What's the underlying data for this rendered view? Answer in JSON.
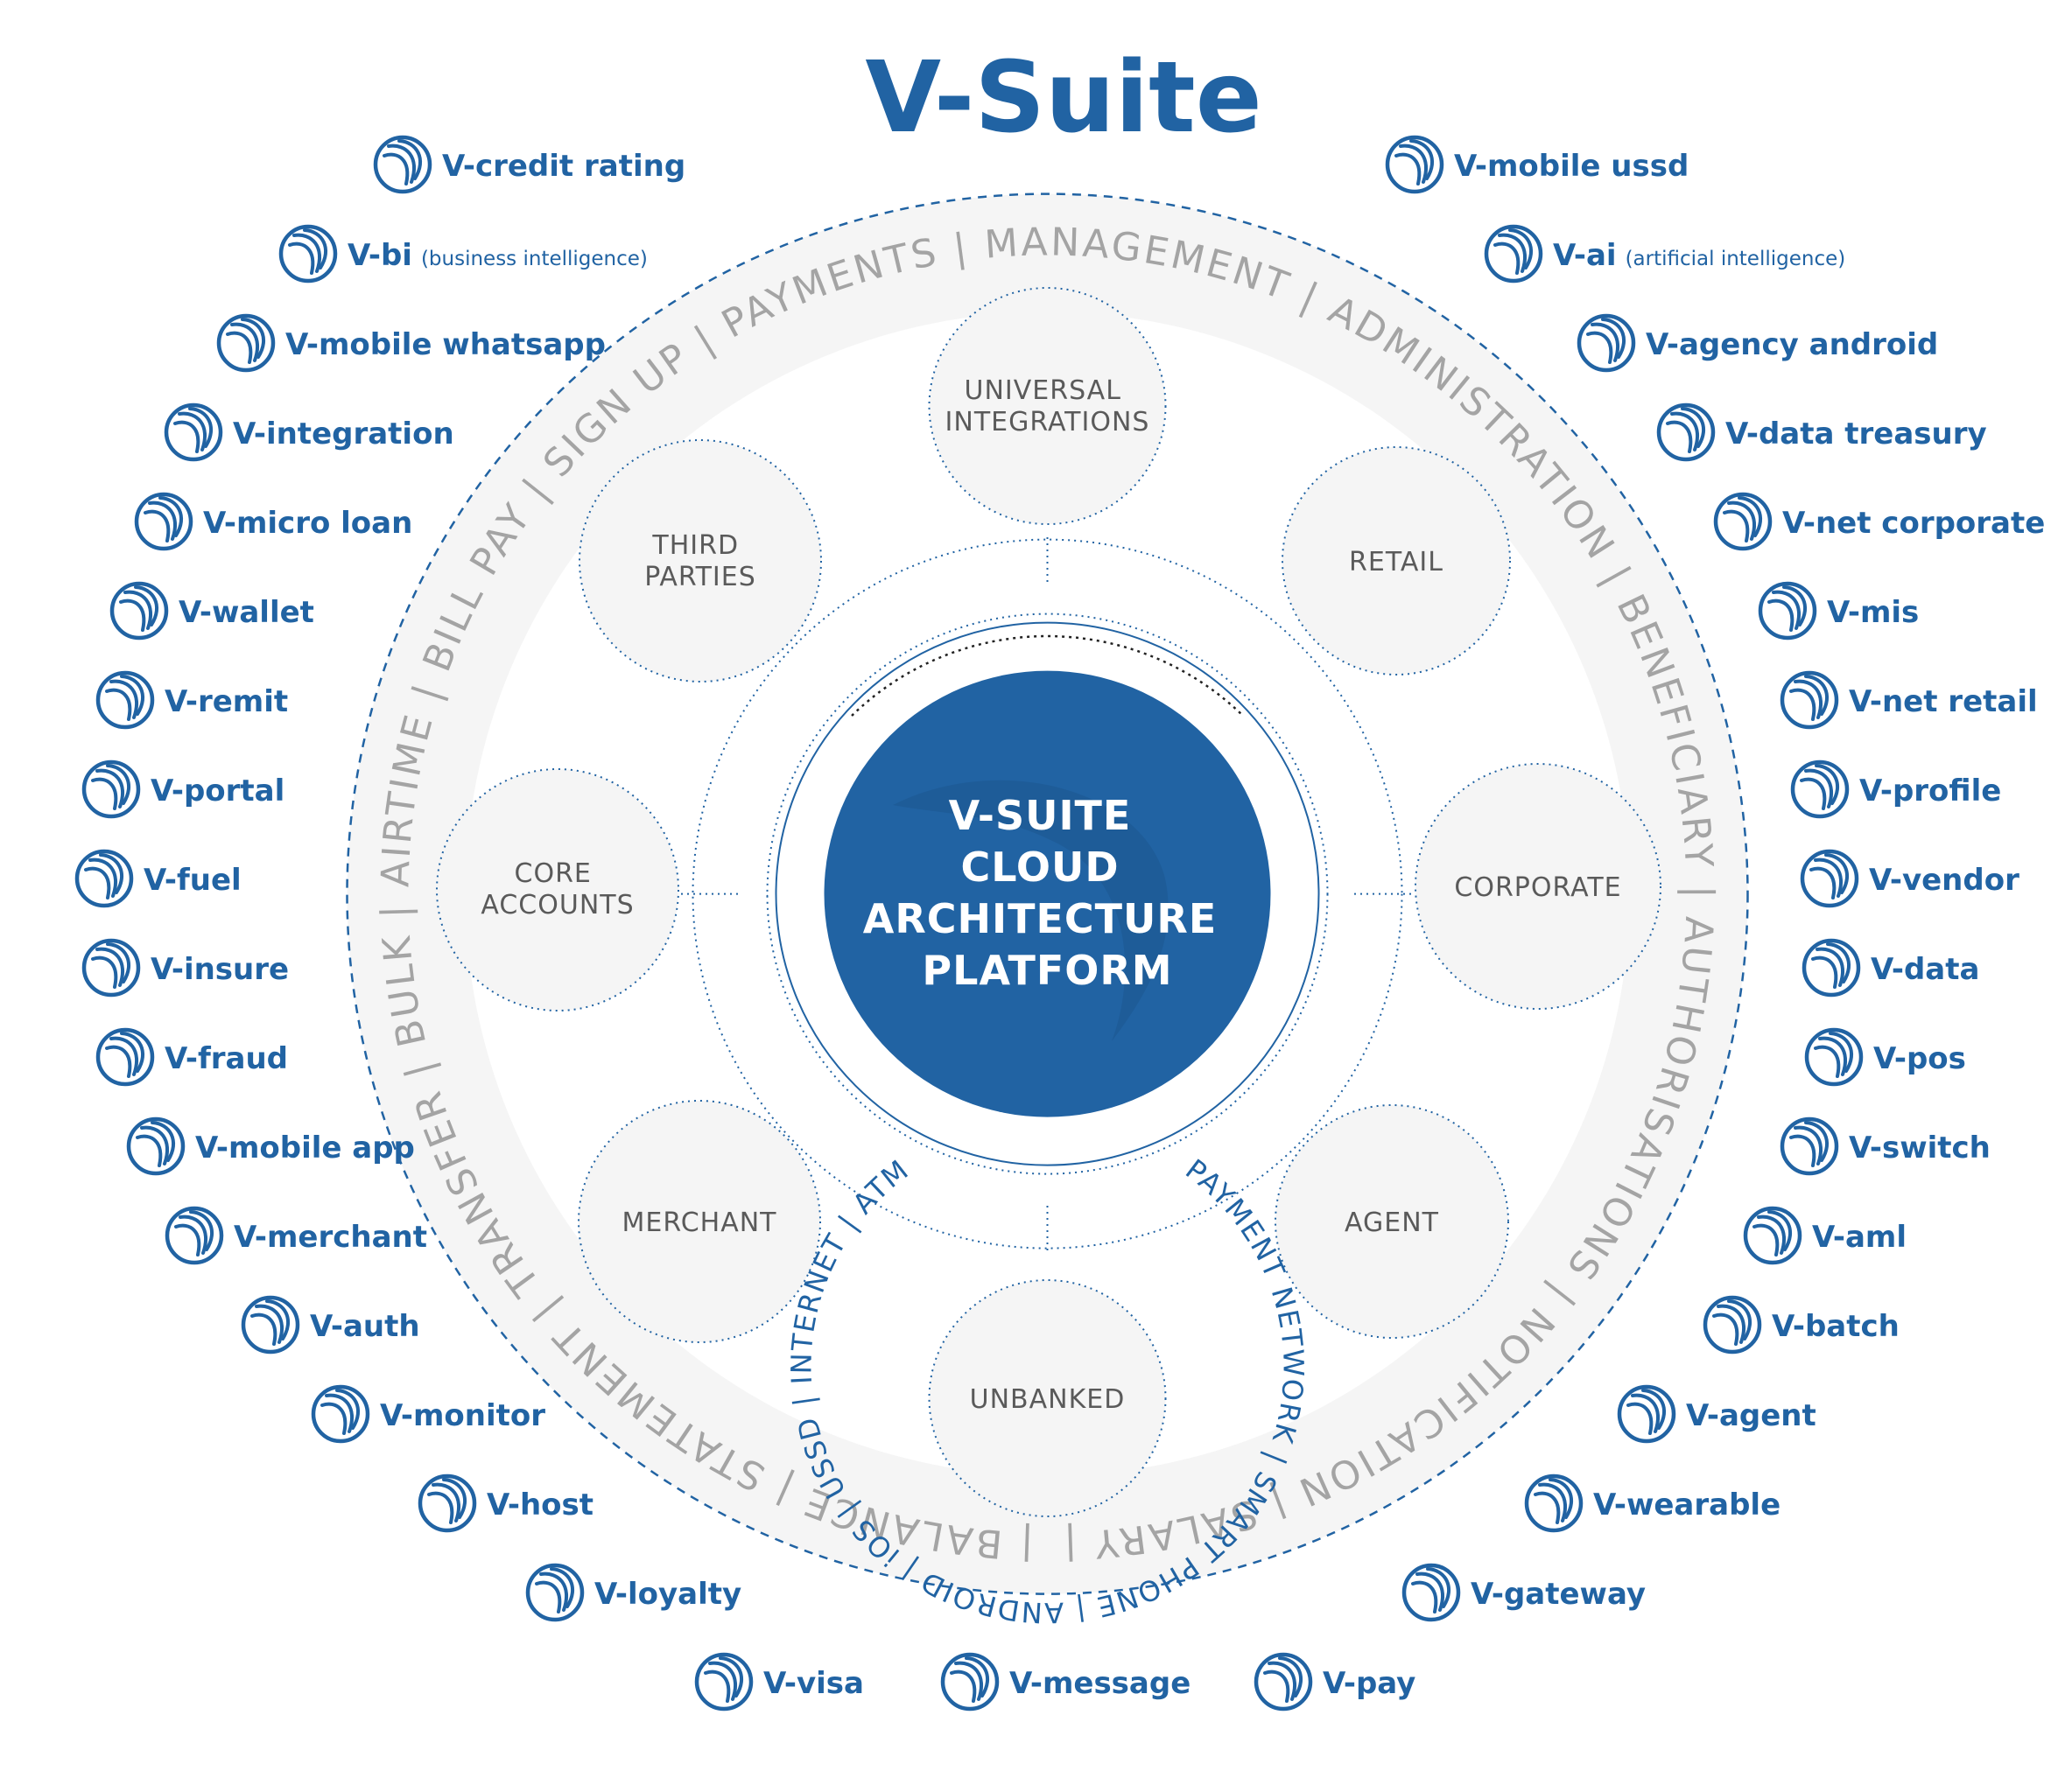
{
  "title": "V-Suite",
  "core": {
    "lines": [
      "V-SUITE",
      "CLOUD",
      "ARCHITECTURE",
      "PLATFORM"
    ]
  },
  "channels": "PAYMENT NETWORK | SMART PHONE | ANDROID | iOS | USSD | INTERNET | ATM",
  "outer_ring": {
    "text": "| BALANCE | STATEMENT | TRANSFER | BULK | AIRTIME | BILL PAY | SIGN UP | PAYMENTS | MANAGEMENT | ADMINISTRATION | BENEFICIARY | AUTHORISATIONS | NOTIFICATION | SALARY |"
  },
  "segments": [
    {
      "key": "universal",
      "lines": [
        "UNIVERSAL",
        "INTEGRATIONS"
      ]
    },
    {
      "key": "retail",
      "lines": [
        "RETAIL"
      ]
    },
    {
      "key": "corporate",
      "lines": [
        "CORPORATE"
      ]
    },
    {
      "key": "agent",
      "lines": [
        "AGENT"
      ]
    },
    {
      "key": "unbanked",
      "lines": [
        "UNBANKED"
      ]
    },
    {
      "key": "merchant",
      "lines": [
        "MERCHANT"
      ]
    },
    {
      "key": "core-accounts",
      "lines": [
        "CORE",
        "ACCOUNTS"
      ]
    },
    {
      "key": "third-parties",
      "lines": [
        "THIRD",
        "PARTIES"
      ]
    }
  ],
  "modules_left": [
    {
      "name": "V-credit rating"
    },
    {
      "name": "V-bi",
      "note": "(business intelligence)"
    },
    {
      "name": "V-mobile whatsapp"
    },
    {
      "name": "V-integration"
    },
    {
      "name": "V-micro loan"
    },
    {
      "name": "V-wallet"
    },
    {
      "name": "V-remit"
    },
    {
      "name": "V-portal"
    },
    {
      "name": "V-fuel"
    },
    {
      "name": "V-insure"
    },
    {
      "name": "V-fraud"
    },
    {
      "name": "V-mobile app"
    },
    {
      "name": "V-merchant"
    },
    {
      "name": "V-auth"
    },
    {
      "name": "V-monitor"
    },
    {
      "name": "V-host"
    },
    {
      "name": "V-loyalty"
    },
    {
      "name": "V-visa"
    }
  ],
  "modules_bottom": [
    {
      "name": "V-message"
    }
  ],
  "modules_right": [
    {
      "name": "V-mobile ussd"
    },
    {
      "name": "V-ai",
      "note": "(artificial intelligence)"
    },
    {
      "name": "V-agency android"
    },
    {
      "name": "V-data treasury"
    },
    {
      "name": "V-net corporate"
    },
    {
      "name": "V-mis"
    },
    {
      "name": "V-net retail"
    },
    {
      "name": "V-profile"
    },
    {
      "name": "V-vendor"
    },
    {
      "name": "V-data"
    },
    {
      "name": "V-pos"
    },
    {
      "name": "V-switch"
    },
    {
      "name": "V-aml"
    },
    {
      "name": "V-batch"
    },
    {
      "name": "V-agent"
    },
    {
      "name": "V-wearable"
    },
    {
      "name": "V-gateway"
    },
    {
      "name": "V-pay"
    }
  ],
  "icon": "v-logo-icon",
  "colors": {
    "brand_blue": "#2163a3",
    "ring_fill": "#f5f5f5",
    "ring_text": "#a4a4a4",
    "segment_text": "#5a5a5a"
  }
}
